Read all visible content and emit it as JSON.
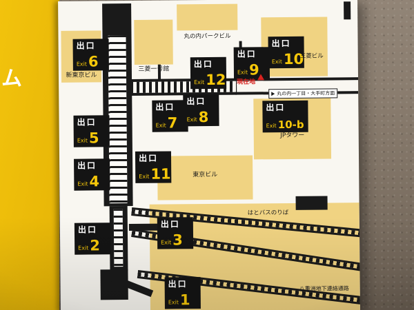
{
  "colors": {
    "wall": "#8b7e70",
    "sign-yellow": "#f2c30d",
    "panel-bg": "#f9f7f1",
    "building": "#f0d382",
    "road": "#1a1a1a",
    "badge-bg": "#141414",
    "badge-yellow": "#f6c80a",
    "red": "#d8231f"
  },
  "side_sign": {
    "text": "ム"
  },
  "exits": [
    {
      "kanji": "出口",
      "en": "Exit",
      "num": "6"
    },
    {
      "kanji": "出口",
      "en": "Exit",
      "num": "12"
    },
    {
      "kanji": "出口",
      "en": "Exit",
      "num": "9"
    },
    {
      "kanji": "出口",
      "en": "Exit",
      "num": "10"
    },
    {
      "kanji": "出口",
      "en": "Exit",
      "num": "5"
    },
    {
      "kanji": "出口",
      "en": "Exit",
      "num": "7"
    },
    {
      "kanji": "出口",
      "en": "Exit",
      "num": "8"
    },
    {
      "kanji": "出口",
      "en": "Exit",
      "num": "10-b"
    },
    {
      "kanji": "出口",
      "en": "Exit",
      "num": "4"
    },
    {
      "kanji": "出口",
      "en": "Exit",
      "num": "11"
    },
    {
      "kanji": "出口",
      "en": "Exit",
      "num": "2"
    },
    {
      "kanji": "出口",
      "en": "Exit",
      "num": "3"
    },
    {
      "kanji": "出口",
      "en": "Exit",
      "num": "1"
    }
  ],
  "labels": {
    "park_bldg": "丸の内パークビル",
    "shin_tokyo_bldg": "新東京ビル",
    "ichigokan": "三菱一号館",
    "mitsubishi_bldg": "三菱ビル",
    "current_location": "現在地",
    "direction": "丸の内一丁目・大手町方面",
    "jp_tower": "JPタワー",
    "tokyo_bldg": "東京ビル",
    "hato_bus": "はとバスのりば",
    "yaesu_passage": "八重洲地下連絡通路"
  }
}
